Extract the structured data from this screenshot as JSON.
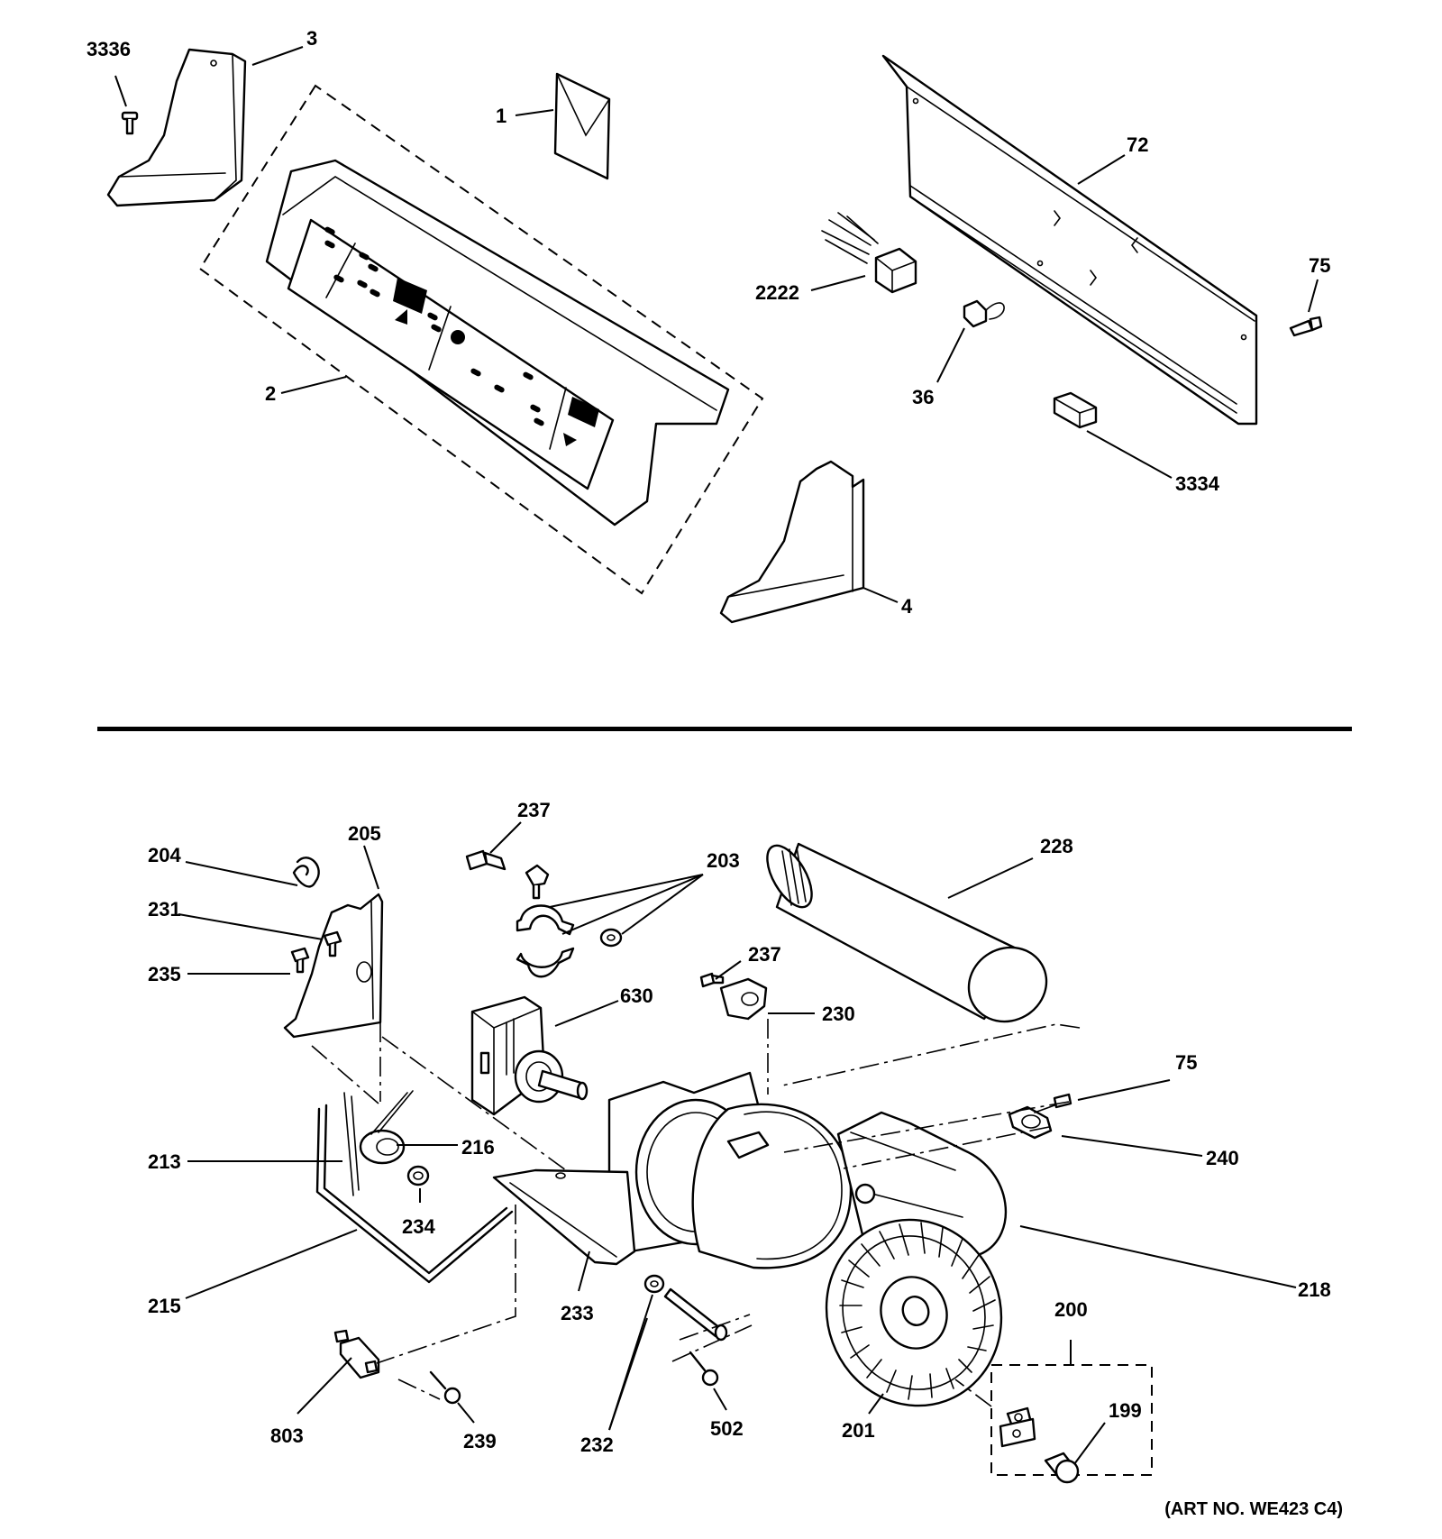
{
  "callouts": {
    "c3336": "3336",
    "c3": "3",
    "c1": "1",
    "c72": "72",
    "c2222": "2222",
    "c75_top": "75",
    "c2": "2",
    "c36": "36",
    "c3334": "3334",
    "c4": "4",
    "c237_a": "237",
    "c205": "205",
    "c204": "204",
    "c203": "203",
    "c228": "228",
    "c231": "231",
    "c235": "235",
    "c237_b": "237",
    "c630": "630",
    "c230": "230",
    "c75_bottom": "75",
    "c213": "213",
    "c216": "216",
    "c240": "240",
    "c234": "234",
    "c218": "218",
    "c215": "215",
    "c233": "233",
    "c200": "200",
    "c199": "199",
    "c803": "803",
    "c239": "239",
    "c232": "232",
    "c502": "502",
    "c201": "201"
  },
  "art_number": "(ART NO. WE423 C4)"
}
